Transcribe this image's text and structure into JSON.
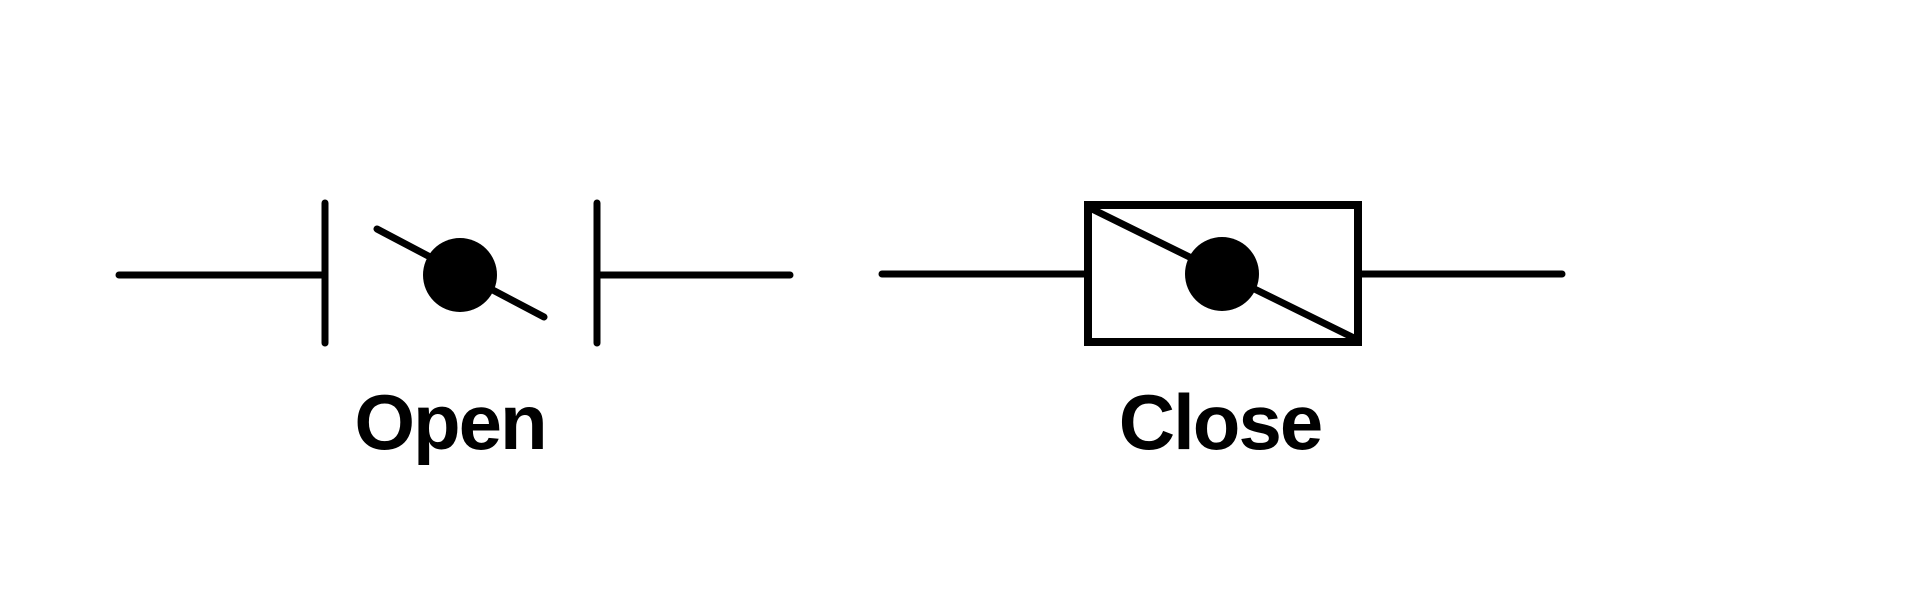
{
  "theme": {
    "background": "#ffffff",
    "ink": "#000000"
  },
  "diagram": {
    "symbols": [
      {
        "id": "open",
        "label": "Open",
        "icon": "open-valve-contact-icon"
      },
      {
        "id": "close",
        "label": "Close",
        "icon": "closed-valve-box-icon"
      }
    ]
  }
}
